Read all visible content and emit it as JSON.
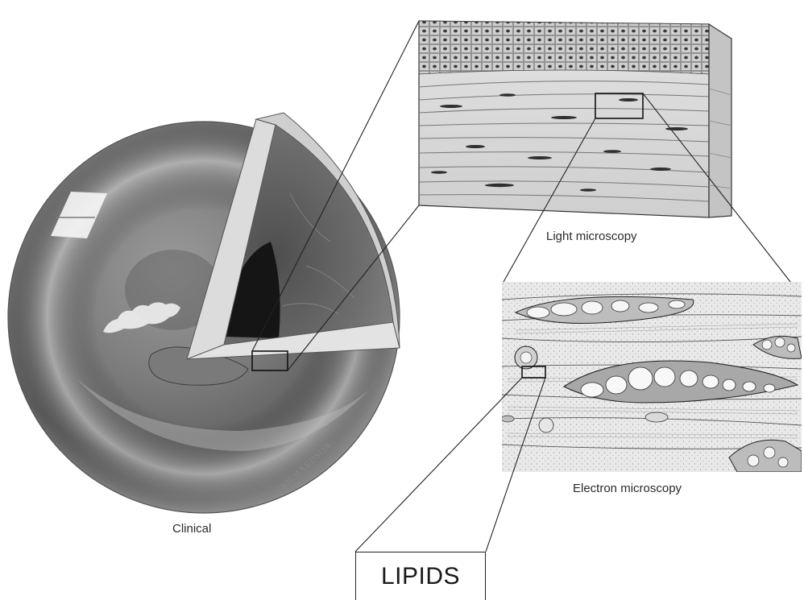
{
  "labels": {
    "clinical": "Clinical",
    "light_microscopy": "Light microscopy",
    "electron_microscopy": "Electron microscopy",
    "lipids": "LIPIDS"
  },
  "artist_signature": "RICHARDSON",
  "colors": {
    "ink": "#1e1e1e",
    "globe_light": "#d6d6d6",
    "globe_dark": "#6a6a6a",
    "pupil": "#151515",
    "paper": "#ffffff"
  }
}
